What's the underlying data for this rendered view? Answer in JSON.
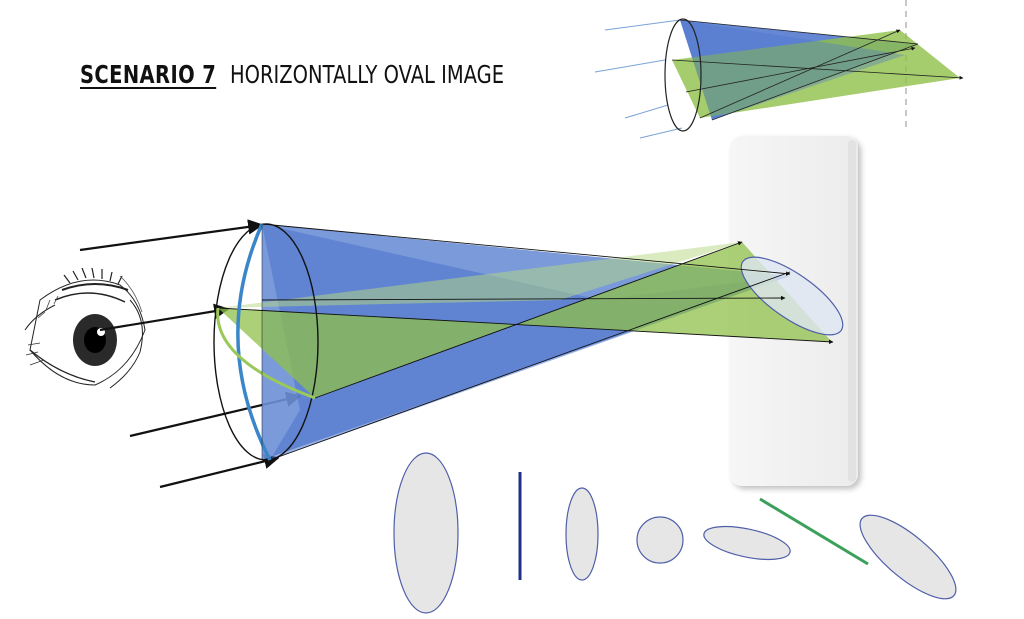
{
  "header": {
    "scenario_label": "SCENARIO 7",
    "scenario_title": "HORIZONTALLY OVAL IMAGE"
  },
  "colors": {
    "blue_beam": "#4a72cc",
    "green_beam": "#8fc04a",
    "lens_highlight": "#3b86c8",
    "ellipse_fill": "#e6e6e6",
    "ellipse_stroke": "#4f5fa8",
    "line_dark_blue": "#1d2f86",
    "line_green": "#3aa05a",
    "screen": "#f2f2f2"
  },
  "icons": {
    "eye": "eye-illustration"
  },
  "shape_sequence": [
    "tall-ellipse",
    "vertical-line",
    "narrow-ellipse",
    "circle",
    "flat-tilted-ellipse",
    "diagonal-line",
    "tilted-ellipse"
  ]
}
